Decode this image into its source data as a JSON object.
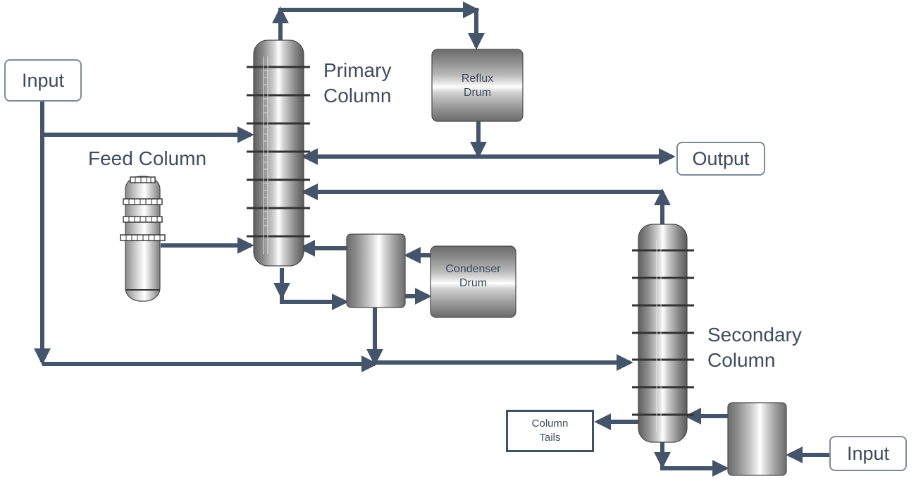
{
  "terminals": {
    "input_left": "Input",
    "output": "Output",
    "input_right": "Input"
  },
  "equipment": {
    "primary_column": [
      "Primary",
      "Column"
    ],
    "feed_column": "Feed Column",
    "secondary_column": [
      "Secondary",
      "Column"
    ],
    "reflux_drum": [
      "Reflux",
      "Drum"
    ],
    "condenser_drum": [
      "Condenser",
      "Drum"
    ],
    "column_tails": [
      "Column",
      "Tails"
    ]
  },
  "colors": {
    "pipe": "#44546a",
    "terminal_border": "#7f8a97",
    "text": "#3d4a5a",
    "tails_border": "#3f5163"
  }
}
